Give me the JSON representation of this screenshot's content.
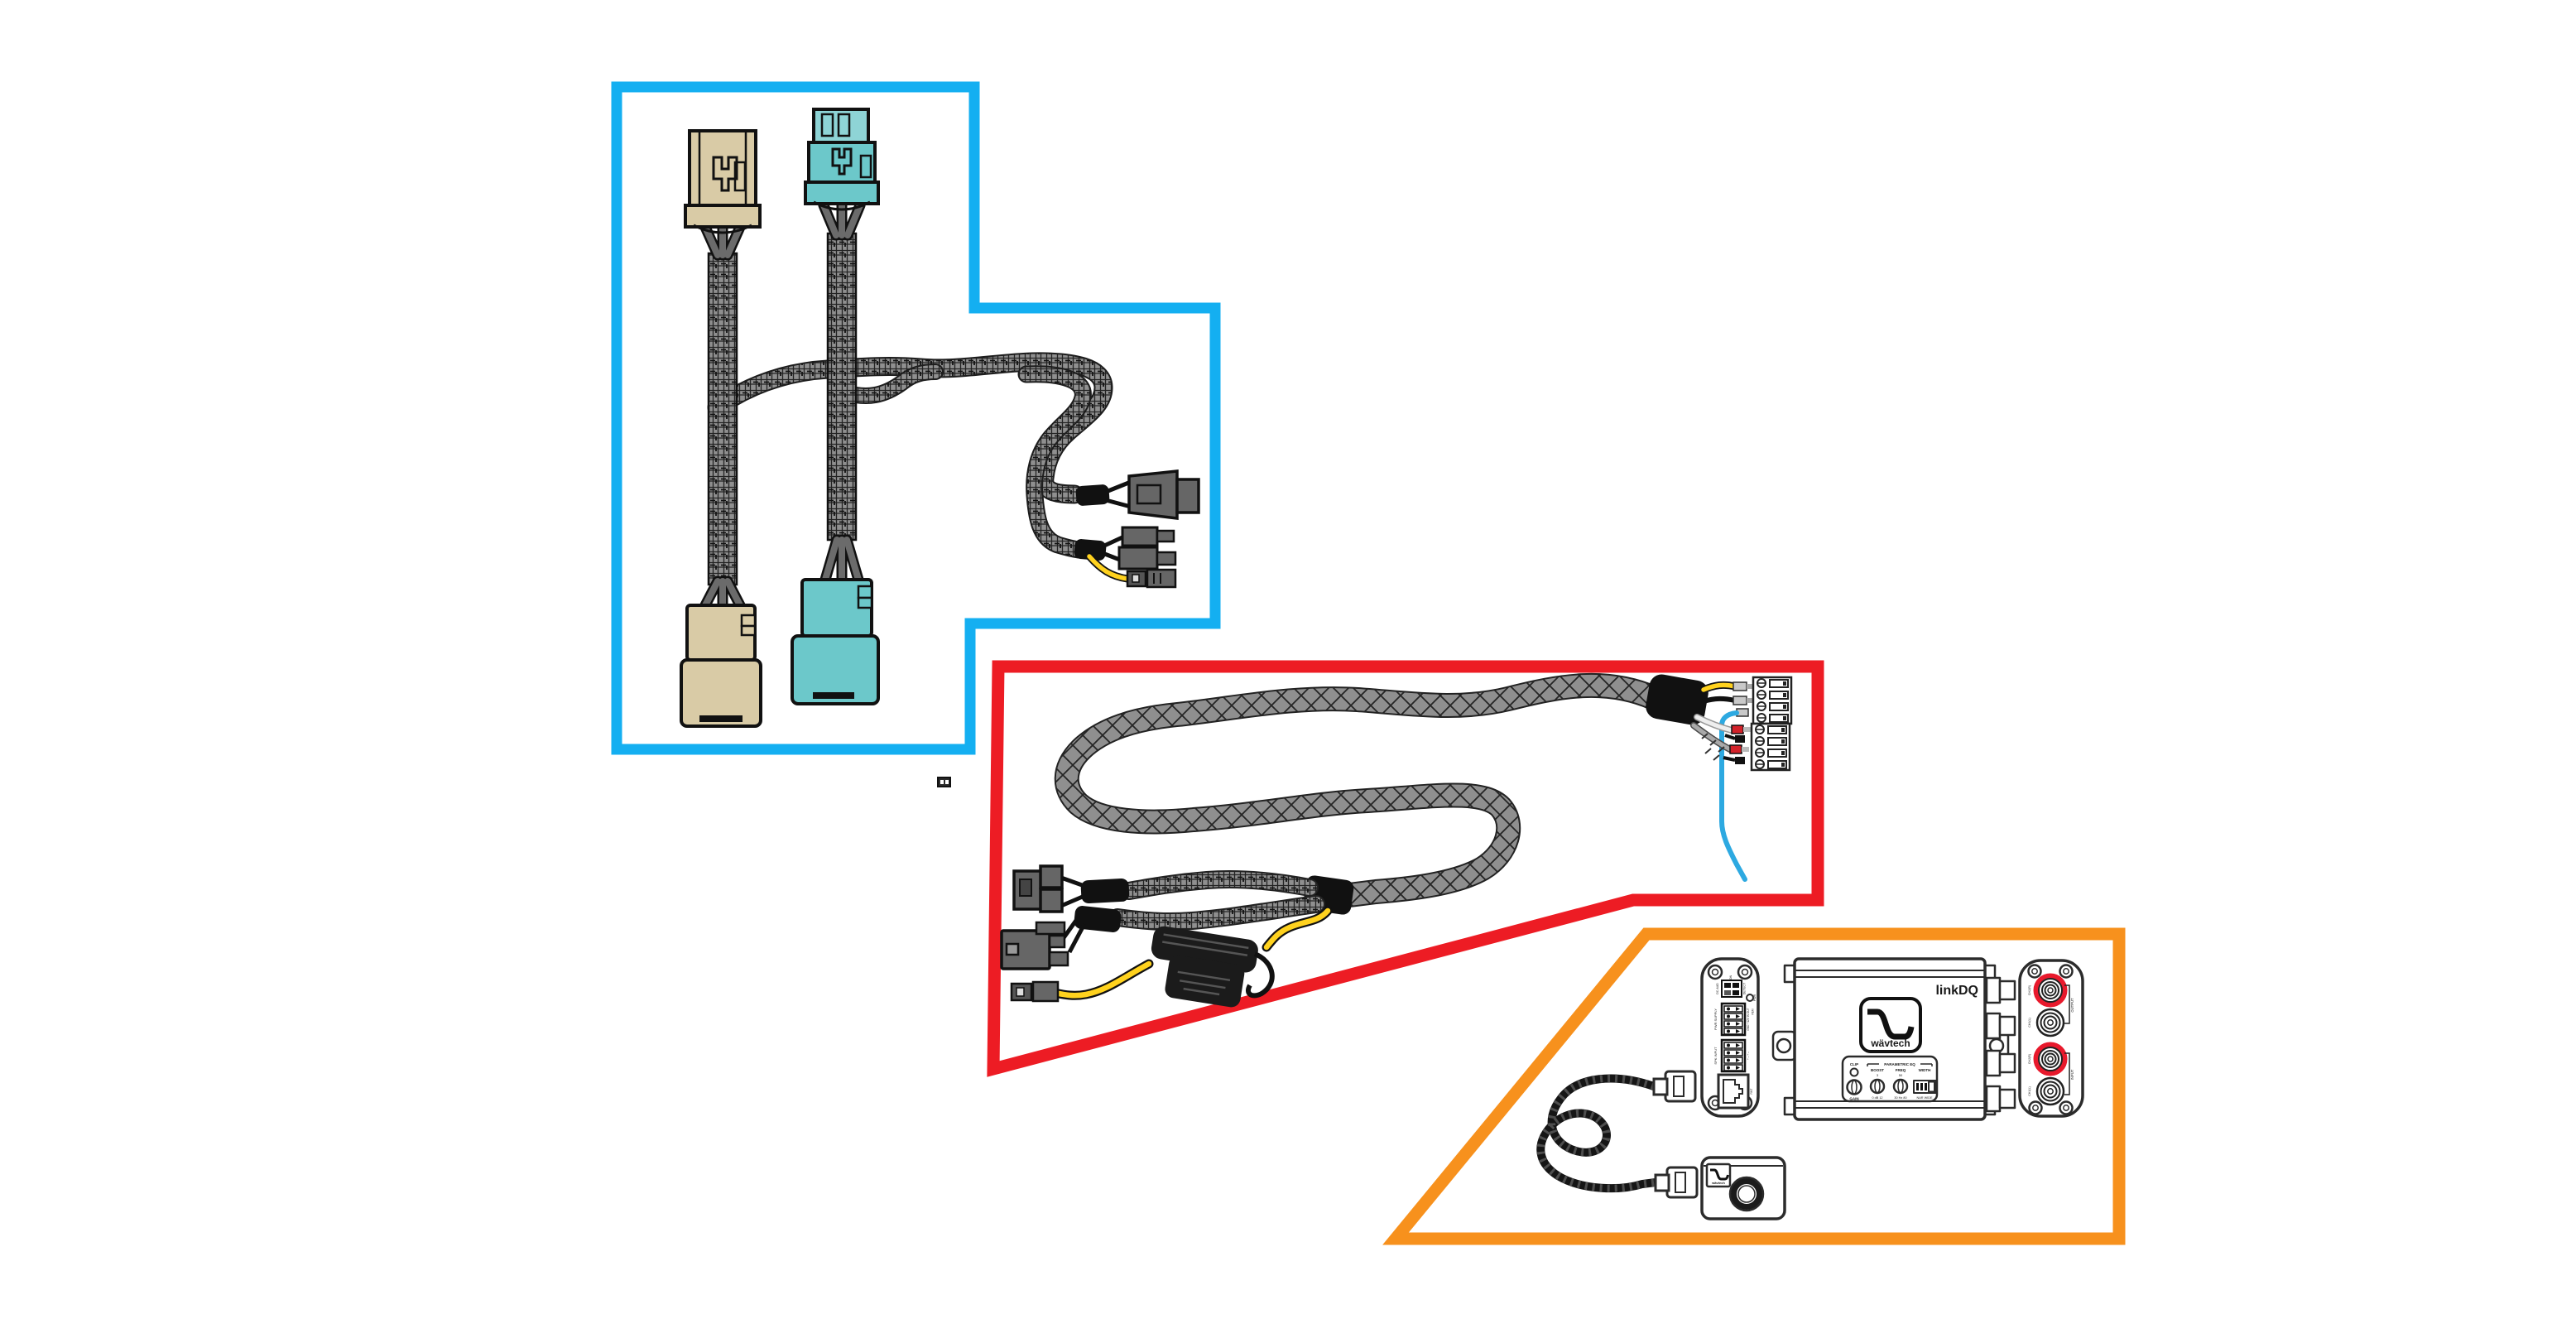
{
  "colors": {
    "blue_outline": "#14aff1",
    "red_outline": "#ed1c24",
    "orange_outline": "#f7911d",
    "tan_connector": "#d9cba6",
    "teal_connector": "#6cc8ca",
    "braid_gray": "#8f8f8f",
    "wire_yellow": "#ffd21e",
    "wire_blue": "#2da9e1",
    "rca_red_ring": "#e8192c"
  },
  "device": {
    "model": "linkDQ",
    "brand": "wävtech",
    "front_panel": {
      "clip": "CLIP",
      "gain": "GAIN",
      "eq_title": "PARAMETRIC EQ",
      "boost": "BOOST",
      "boost_value": "3",
      "boost_scale": "0 dB 12",
      "freq": "FREQ",
      "freq_value": "50",
      "freq_scale": "30 Hz 80",
      "width": "WIDTH",
      "width_scale": "NAR WIDE"
    },
    "left_panel": {
      "dip_mode": "DC AUD",
      "dip_on": "ON",
      "dip_detect": "DETECT",
      "power_led": "PWR",
      "power_terminal": "PWR SUPPLY",
      "power_pins": "GND +12V IN OUT",
      "power_rem": "REM",
      "speaker_terminal": "SPK INPUT",
      "speaker_pins": "+ – + –",
      "remote_jack": "RMT"
    },
    "rca_panel": {
      "output_group": "OUTPUT",
      "input_group": "INPUT",
      "ch2": "CH2(R)",
      "ch1": "CH1(L)"
    }
  },
  "remote": {
    "brand": "wävtech"
  }
}
